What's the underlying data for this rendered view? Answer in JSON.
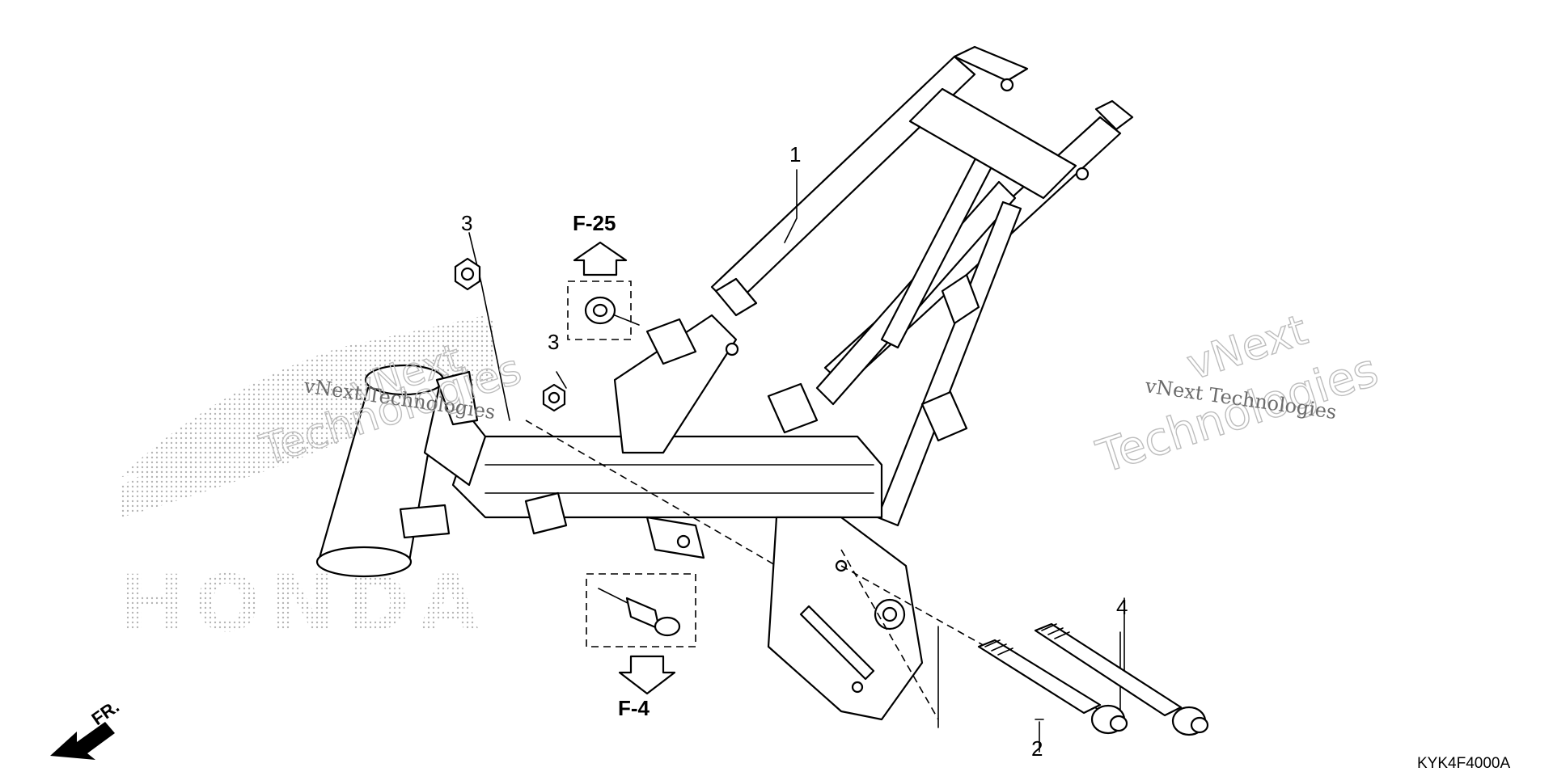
{
  "diagram": {
    "code": "KYK4F4000A",
    "front_label": "FR.",
    "brand_watermark": "HONDA",
    "callouts": [
      {
        "id": "ref-1",
        "label": "1"
      },
      {
        "id": "ref-2",
        "label": "2"
      },
      {
        "id": "ref-3a",
        "label": "3"
      },
      {
        "id": "ref-3b",
        "label": "3"
      },
      {
        "id": "ref-4",
        "label": "4"
      }
    ],
    "cross_refs": [
      {
        "id": "f25",
        "label": "F-25",
        "direction": "up"
      },
      {
        "id": "f4",
        "label": "F-4",
        "direction": "down"
      }
    ],
    "watermarks": [
      {
        "line1": "vNext",
        "line2": "Technologies",
        "caption": "vNext Technologies"
      },
      {
        "line1": "vNext",
        "line2": "Technologies",
        "caption": "vNext Technologies"
      }
    ]
  }
}
